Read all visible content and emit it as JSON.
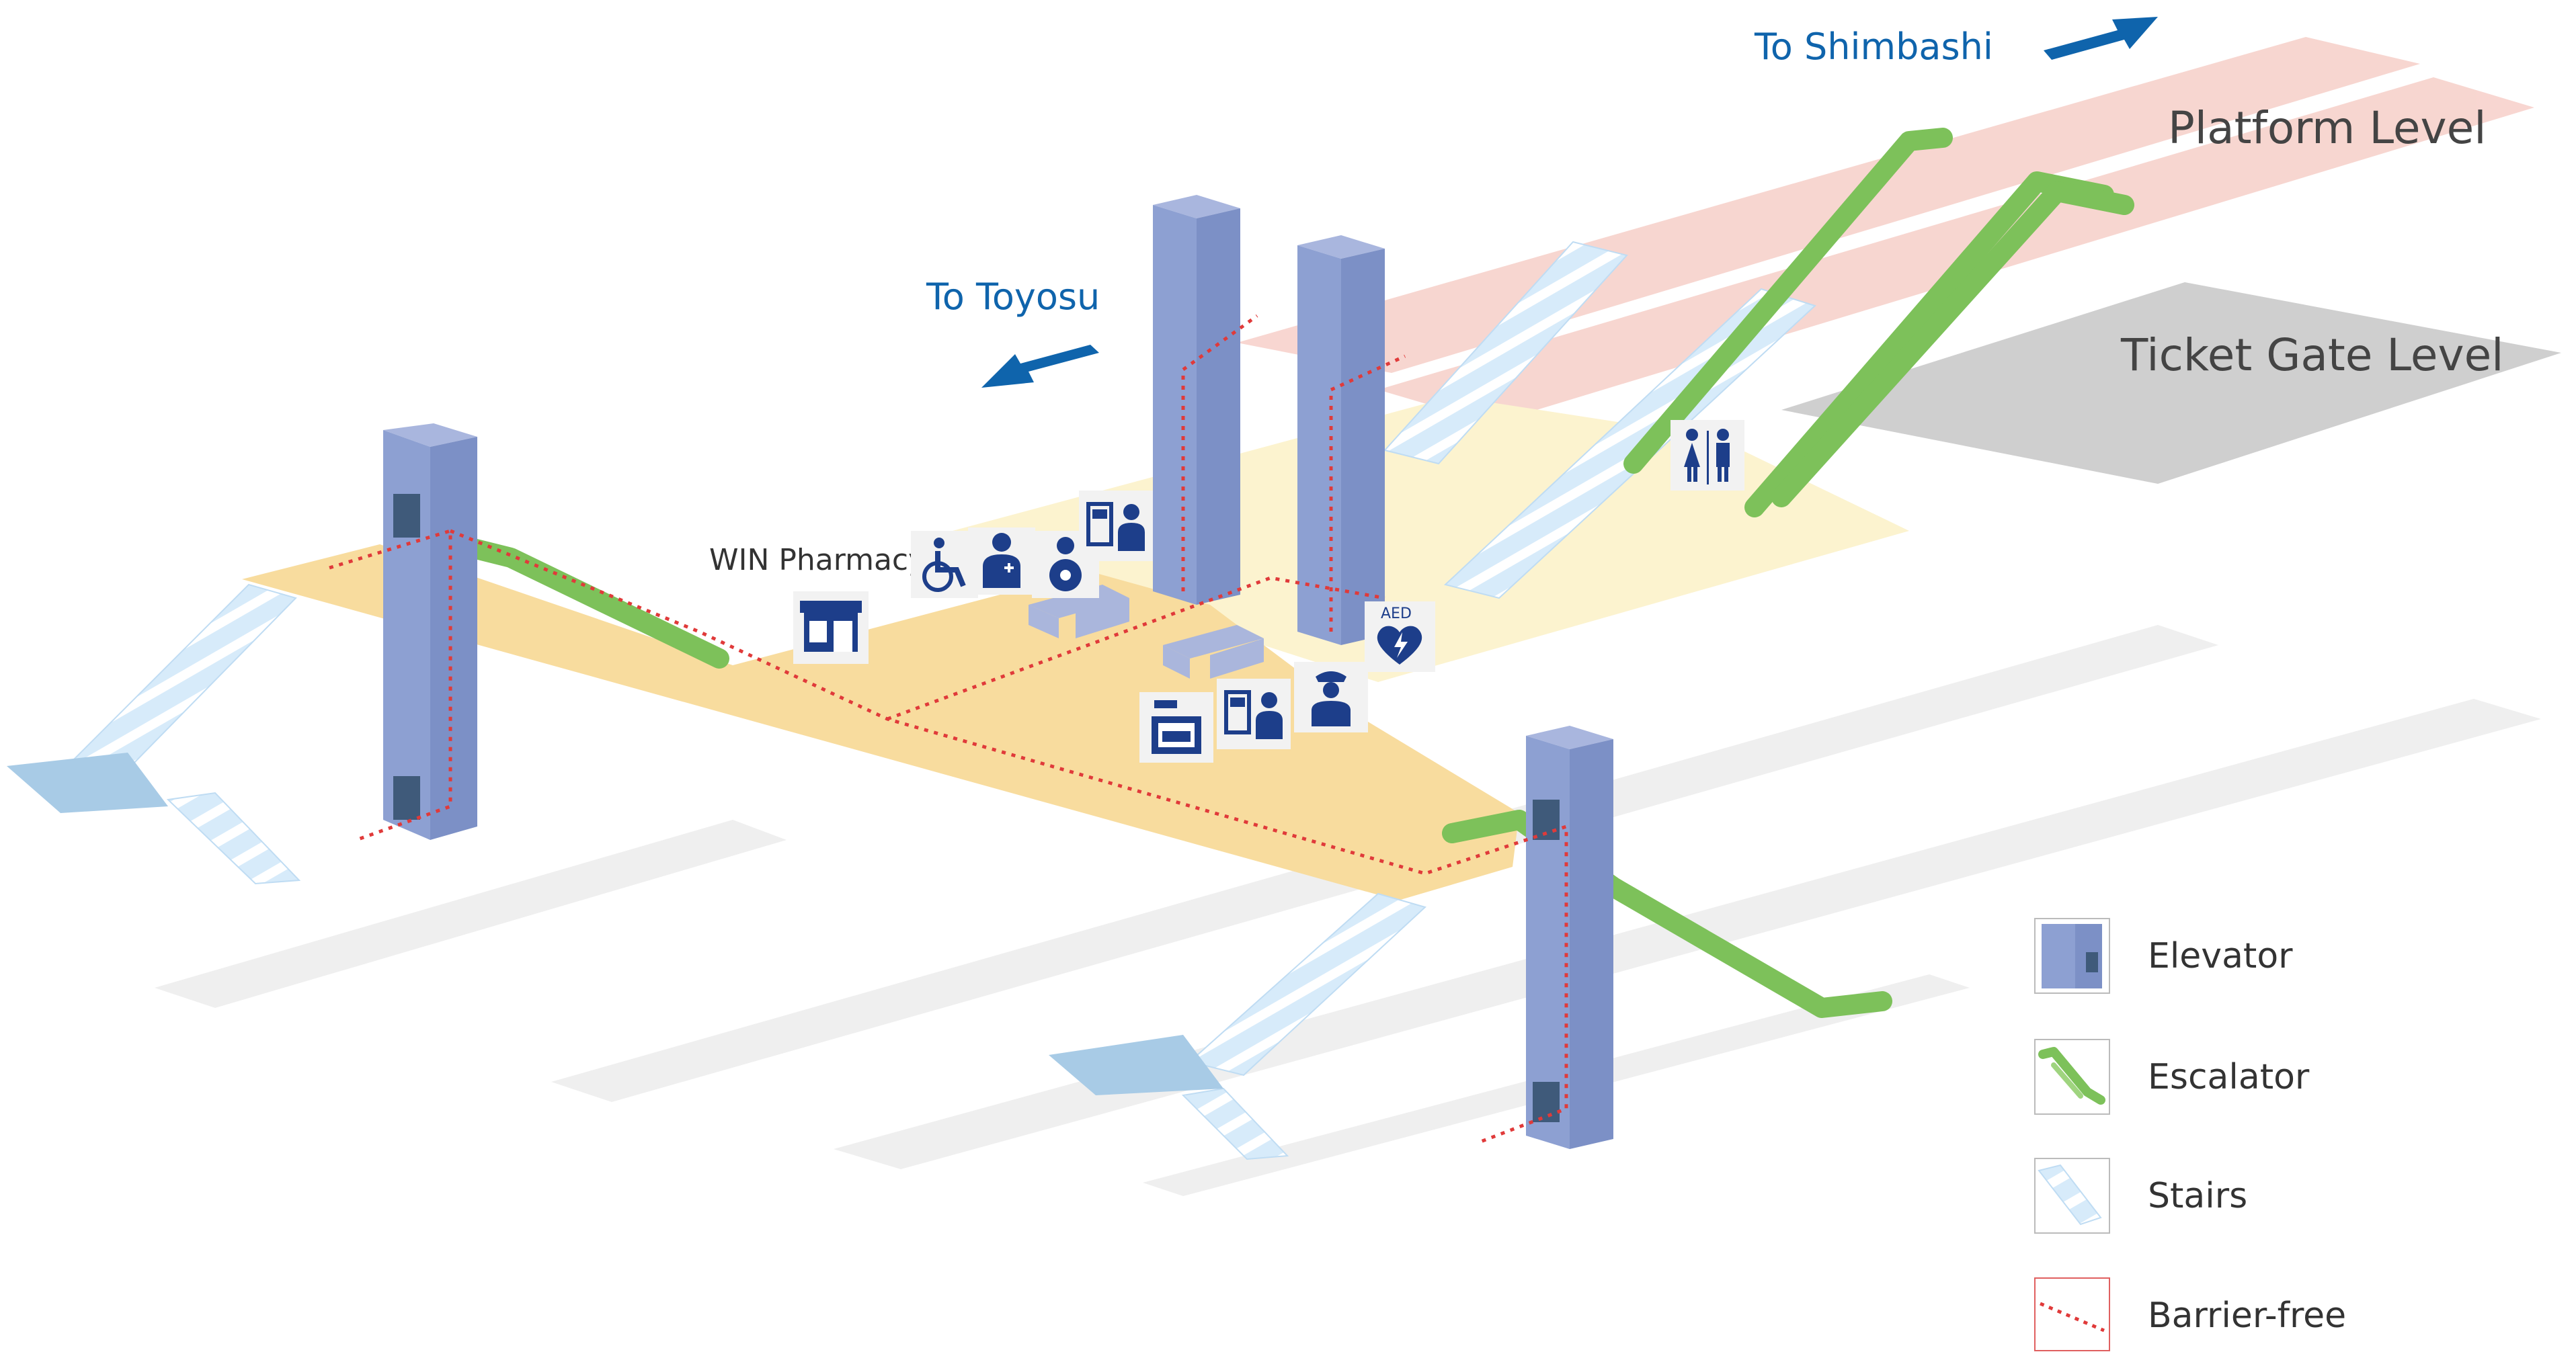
{
  "directions": {
    "shimbashi": "To Shimbashi",
    "toyosu": "To Toyosu"
  },
  "levels": {
    "platform": "Platform Level",
    "ticket_gate": "Ticket Gate Level"
  },
  "shop_label": "WIN Pharmacy",
  "aed_label": "AED",
  "icons": [
    "wheelchair-icon",
    "first-aid-icon",
    "baby-care-icon",
    "ticket-machine-icon",
    "shop-icon",
    "restroom-icon",
    "aed-icon",
    "coin-locker-icon",
    "station-staff-icon"
  ],
  "legend": [
    {
      "key": "elevator",
      "label": "Elevator"
    },
    {
      "key": "escalator",
      "label": "Escalator"
    },
    {
      "key": "stairs",
      "label": "Stairs"
    },
    {
      "key": "barrier_free",
      "label": "Barrier-free"
    }
  ],
  "colors": {
    "direction_text": "#0f64ac",
    "elevator": "#8da0d2",
    "escalator": "#7dc15a",
    "stairs": "#cfe6f7",
    "barrier_free": "#e03a3a",
    "concourse": "#f8dc9e",
    "platform": "#f7d2cc",
    "ticket_gate": "#d0d0d0"
  }
}
